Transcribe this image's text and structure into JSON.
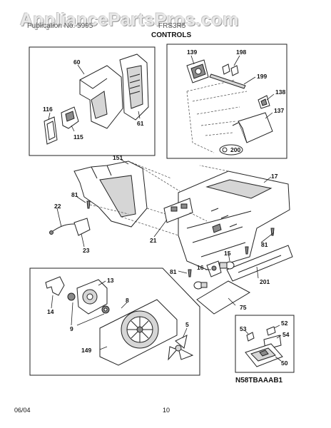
{
  "header": {
    "watermark": "AppliancePartsPros.com",
    "model_left": "Publication No. 5995",
    "model_right": "FRS3R5",
    "section": "CONTROLS"
  },
  "footer": {
    "date": "06/04",
    "page": "10"
  },
  "diagram_code": "N58TBAAAB1",
  "callouts": {
    "c60": "60",
    "c116": "116",
    "c115": "115",
    "c61": "61",
    "c139": "139",
    "c198": "198",
    "c199": "199",
    "c138": "138",
    "c137": "137",
    "c200": "200",
    "c151": "151",
    "c17": "17",
    "c81a": "81",
    "c22": "22",
    "c21": "21",
    "c23": "23",
    "c81b": "81",
    "c15": "15",
    "c81c": "81",
    "c16": "16",
    "c201": "201",
    "c75": "75",
    "c13": "13",
    "c14": "14",
    "c8": "8",
    "c9": "9",
    "c5": "5",
    "c149": "149",
    "c53": "53",
    "c52": "52",
    "c54": "54",
    "c50": "50"
  }
}
